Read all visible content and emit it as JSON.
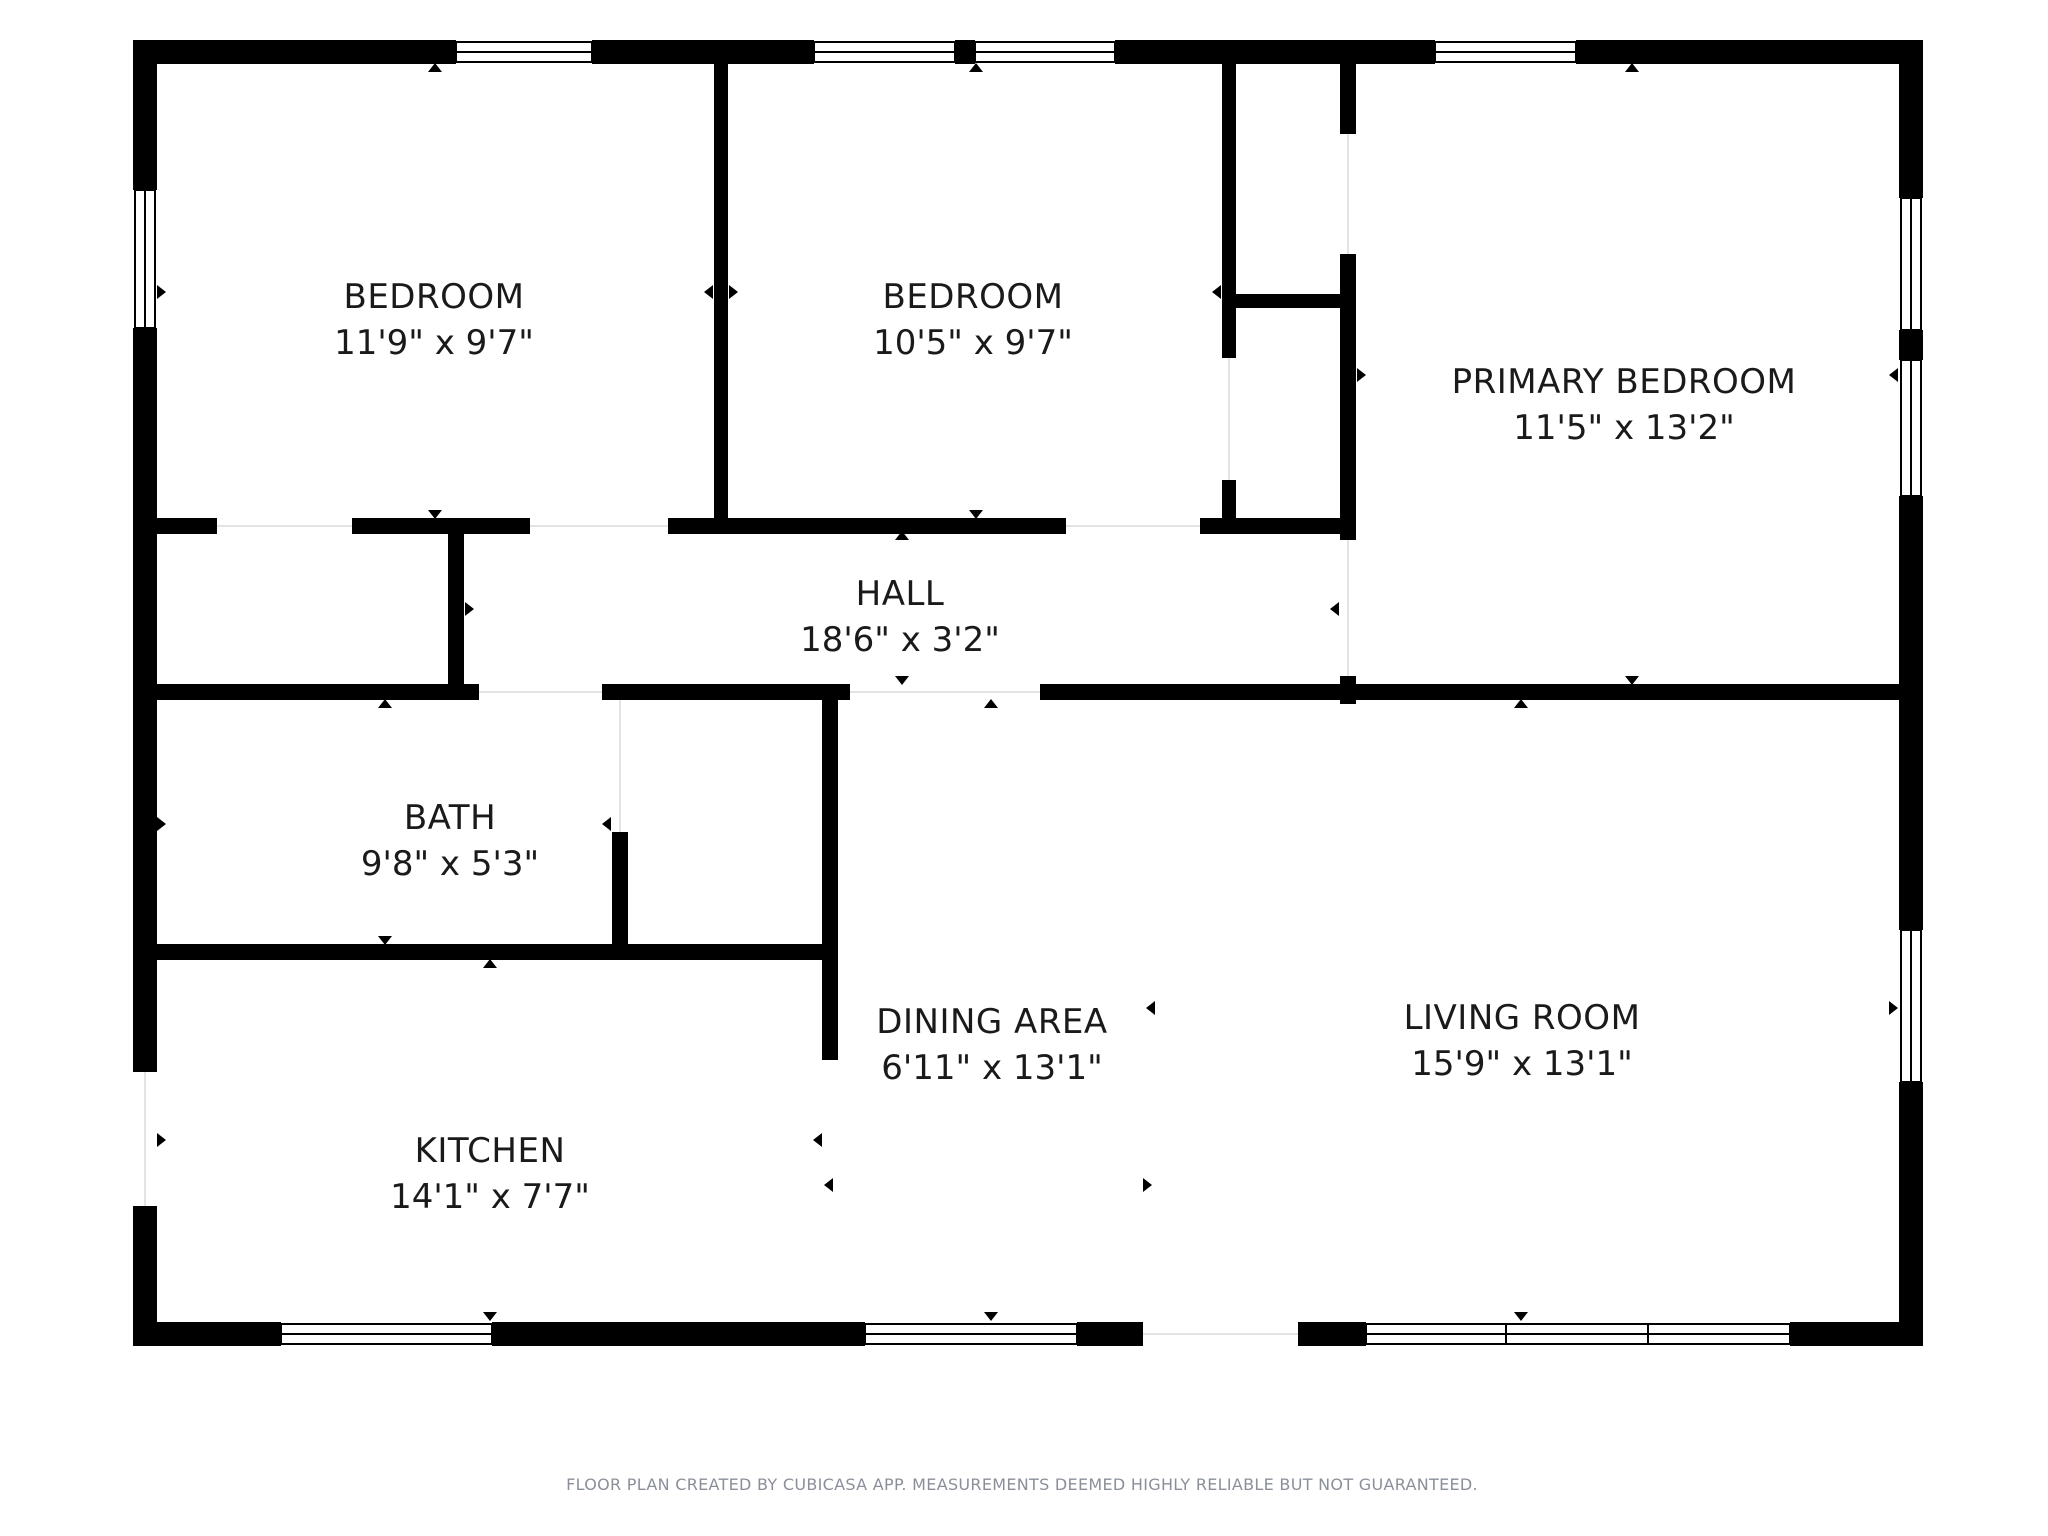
{
  "colors": {
    "wall": "#000000",
    "background": "#ffffff",
    "text": "#1a1a1a",
    "footer": "#8a8f99"
  },
  "rooms": [
    {
      "id": "bedroom-1",
      "name": "BEDROOM",
      "dims": "11'9\" x 9'7\""
    },
    {
      "id": "bedroom-2",
      "name": "BEDROOM",
      "dims": "10'5\" x 9'7\""
    },
    {
      "id": "primary-bedroom",
      "name": "PRIMARY BEDROOM",
      "dims": "11'5\" x 13'2\""
    },
    {
      "id": "hall",
      "name": "HALL",
      "dims": "18'6\" x 3'2\""
    },
    {
      "id": "bath",
      "name": "BATH",
      "dims": "9'8\" x 5'3\""
    },
    {
      "id": "dining-area",
      "name": "DINING AREA",
      "dims": "6'11\" x 13'1\""
    },
    {
      "id": "living-room",
      "name": "LIVING ROOM",
      "dims": "15'9\" x 13'1\""
    },
    {
      "id": "kitchen",
      "name": "KITCHEN",
      "dims": "14'1\" x 7'7\""
    }
  ],
  "footer": "FLOOR PLAN CREATED BY CUBICASA APP. MEASUREMENTS DEEMED HIGHLY RELIABLE BUT NOT GUARANTEED."
}
